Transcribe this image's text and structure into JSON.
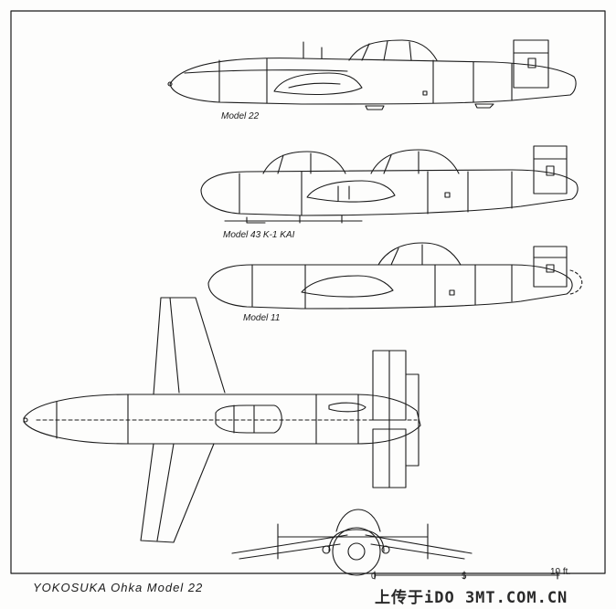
{
  "drawing": {
    "title": "YOKOSUKA Ohka Model 22",
    "views": [
      {
        "label": "Model 22"
      },
      {
        "label": "Model 43 K-1 KAI"
      },
      {
        "label": "Model 11"
      }
    ],
    "scale": {
      "ticks": [
        "0",
        "5",
        "10 ft."
      ]
    },
    "watermark": "上传于iDO 3MT.COM.CN",
    "ink_color": "#1a1a1a",
    "paper_color": "#fdfdfc"
  }
}
